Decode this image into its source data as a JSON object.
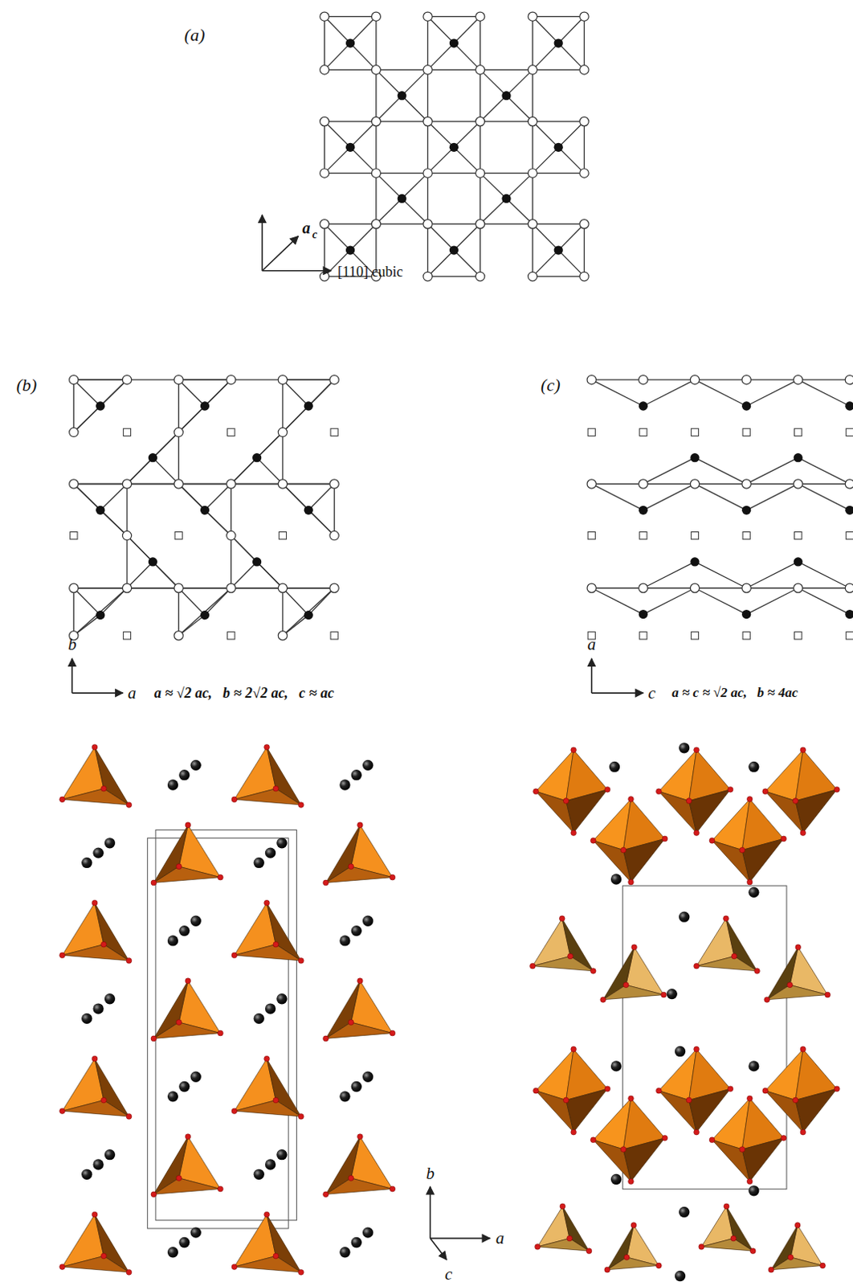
{
  "diagram": {
    "labels": [
      "(a)",
      "a",
      "c",
      "[110] cubic",
      "(b)",
      "b",
      "a",
      "a ≈ √2 ac,   b ≈ 2√2 ac,   c ≈ ac",
      "(c)",
      "a",
      "c",
      "a ≈ c ≈ √2 ac,   b ≈ 4ac",
      "b",
      "a",
      "c"
    ]
  }
}
